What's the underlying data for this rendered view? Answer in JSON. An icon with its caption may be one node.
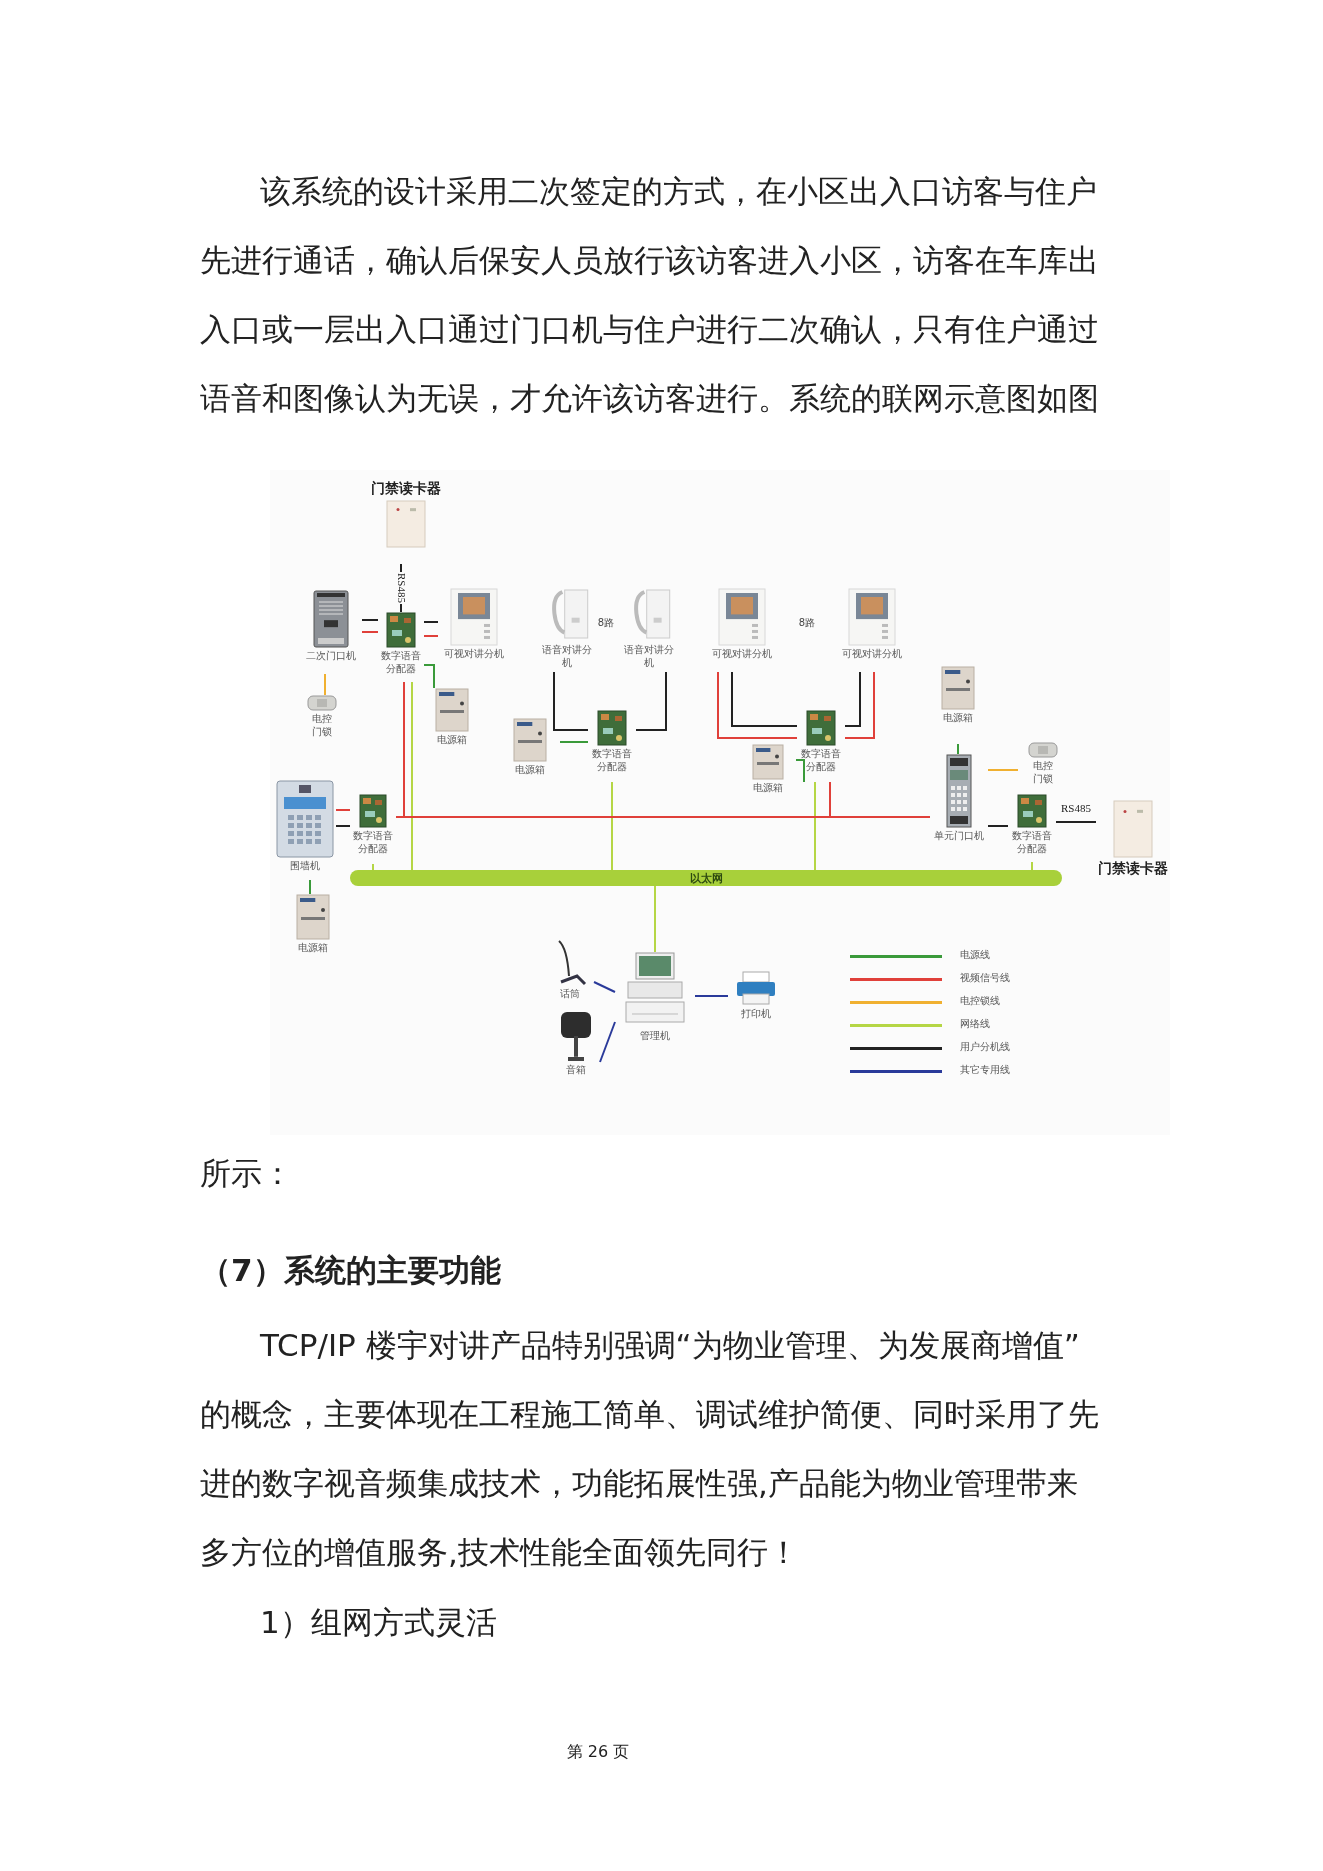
{
  "diagram": {
    "nodes": [
      {
        "text": [
          "门禁读卡器"
        ]
      },
      {
        "text": [
          "二次门口机"
        ]
      },
      {
        "text": [
          "数字语音分配器"
        ]
      },
      {
        "text": [
          "可视对讲分机"
        ]
      },
      {
        "text": [
          "电控门锁"
        ]
      },
      {
        "text": [
          "电源箱"
        ]
      },
      {
        "text": [
          "语音对讲分机"
        ]
      },
      {
        "text": [
          "语音对讲分机"
        ]
      },
      {
        "text": [
          "电源箱"
        ]
      },
      {
        "text": [
          "数字语音分配器"
        ]
      },
      {
        "text": [
          "可视对讲分机"
        ]
      },
      {
        "text": [
          "可视对讲分机"
        ]
      },
      {
        "text": [
          "电源箱"
        ]
      },
      {
        "text": [
          "数字语音分配器"
        ]
      },
      {
        "text": [
          "电源箱"
        ]
      },
      {
        "text": [
          "单元门口机"
        ]
      },
      {
        "text": [
          "电控门锁"
        ]
      },
      {
        "text": [
          "数字语音分配器"
        ]
      },
      {
        "text": [
          "门禁读卡器"
        ]
      },
      {
        "text": [
          "围墙机"
        ]
      },
      {
        "text": [
          "数字语音分配器"
        ]
      },
      {
        "text": [
          "电源箱"
        ]
      },
      {
        "text": [
          "以太网"
        ]
      },
      {
        "text": [
          "话筒"
        ]
      },
      {
        "text": [
          "管理机"
        ]
      },
      {
        "text": [
          "音箱"
        ]
      },
      {
        "text": [
          "打印机"
        ]
      }
    ],
    "edges": [
      {
        "from": 0,
        "to": 2,
        "arrow": "none",
        "label": "RS485"
      },
      {
        "from": 1,
        "to": 2,
        "arrow": "none"
      },
      {
        "from": 1,
        "to": 2,
        "arrow": "none",
        "color": "#e0403a"
      },
      {
        "from": 2,
        "to": 3,
        "arrow": "none"
      },
      {
        "from": 2,
        "to": 3,
        "arrow": "none",
        "color": "#e0403a"
      },
      {
        "from": 1,
        "to": 4,
        "arrow": "none",
        "color": "#f0b030"
      },
      {
        "from": 2,
        "to": 5,
        "arrow": "none",
        "color": "#3a9a3a"
      },
      {
        "from": 2,
        "to": 15,
        "arrow": "none",
        "color": "#e0403a"
      },
      {
        "from": 2,
        "to": 22,
        "arrow": "none",
        "color": "#b5d645"
      },
      {
        "from": 6,
        "to": 9,
        "arrow": "none"
      },
      {
        "from": 7,
        "to": 9,
        "arrow": "none"
      },
      {
        "from": 8,
        "to": 9,
        "arrow": "none",
        "color": "#3a9a3a"
      },
      {
        "from": 9,
        "to": 22,
        "arrow": "none",
        "color": "#b5d645"
      },
      {
        "from": 10,
        "to": 13,
        "arrow": "none"
      },
      {
        "from": 10,
        "to": 13,
        "arrow": "none",
        "color": "#e0403a"
      },
      {
        "from": 11,
        "to": 13,
        "arrow": "none"
      },
      {
        "from": 11,
        "to": 13,
        "arrow": "none",
        "color": "#e0403a"
      },
      {
        "from": 12,
        "to": 13,
        "arrow": "none",
        "color": "#3a9a3a"
      },
      {
        "from": 13,
        "to": 22,
        "arrow": "none",
        "color": "#b5d645"
      },
      {
        "from": 13,
        "to": 15,
        "arrow": "none",
        "color": "#e0403a"
      },
      {
        "from": 14,
        "to": 15,
        "arrow": "none",
        "color": "#3a9a3a"
      },
      {
        "from": 15,
        "to": 16,
        "arrow": "none",
        "color": "#f0b030"
      },
      {
        "from": 15,
        "to": 17,
        "arrow": "none"
      },
      {
        "from": 17,
        "to": 18,
        "arrow": "none",
        "label": "RS485"
      },
      {
        "from": 17,
        "to": 22,
        "arrow": "none",
        "color": "#b5d645"
      },
      {
        "from": 19,
        "to": 20,
        "arrow": "none",
        "color": "#e0403a"
      },
      {
        "from": 19,
        "to": 20,
        "arrow": "none"
      },
      {
        "from": 19,
        "to": 21,
        "arrow": "none",
        "color": "#3a9a3a"
      },
      {
        "from": 20,
        "to": 22,
        "arrow": "none",
        "color": "#b5d645"
      },
      {
        "from": 20,
        "to": 15,
        "arrow": "none",
        "color": "#e0403a"
      },
      {
        "from": 22,
        "to": 24,
        "arrow": "none",
        "color": "#b5d645"
      },
      {
        "from": 23,
        "to": 24,
        "arrow": "none",
        "color": "#2a3a9a"
      },
      {
        "from": 25,
        "to": 24,
        "arrow": "none",
        "color": "#2a3a9a"
      },
      {
        "from": 24,
        "to": 26,
        "arrow": "none",
        "color": "#2a3a9a"
      }
    ],
    "labels": [
      "该系统的设计采用二次签定的方式，在小区出入口访客与住户先进行通话，确认后保安人员放行该访客进入小区，访客在车库出入口或一层出入口通过门口机与住户进行二次确认，只有住户通过语音和图像认为无误，才允许该访客进行。系统的联网示意图如图",
      "8路",
      "8路",
      "所示：",
      "（7）系统的主要功能",
      "TCP/IP 楼宇对讲产品特别强调“为物业管理、为发展商增值” 的概念，主要体现在工程施工简单、调试维护简便、同时采用了先进的数字视音频集成技术，功能拓展性强,产品能为物业管理带来多方位的增值服务,技术性能全面领先同行！",
      "1）组网方式灵活",
      "第 26 页"
    ],
    "legend": [
      {
        "text": "电源线",
        "color": "#3a9a3a"
      },
      {
        "text": "视频信号线",
        "color": "#e0403a"
      },
      {
        "text": "电控锁线",
        "color": "#f0b030"
      },
      {
        "text": "网络线",
        "color": "#b5d645"
      },
      {
        "text": "用户分机线",
        "color": "#222222"
      },
      {
        "text": "其它专用线",
        "color": "#2a3a9a"
      }
    ]
  }
}
